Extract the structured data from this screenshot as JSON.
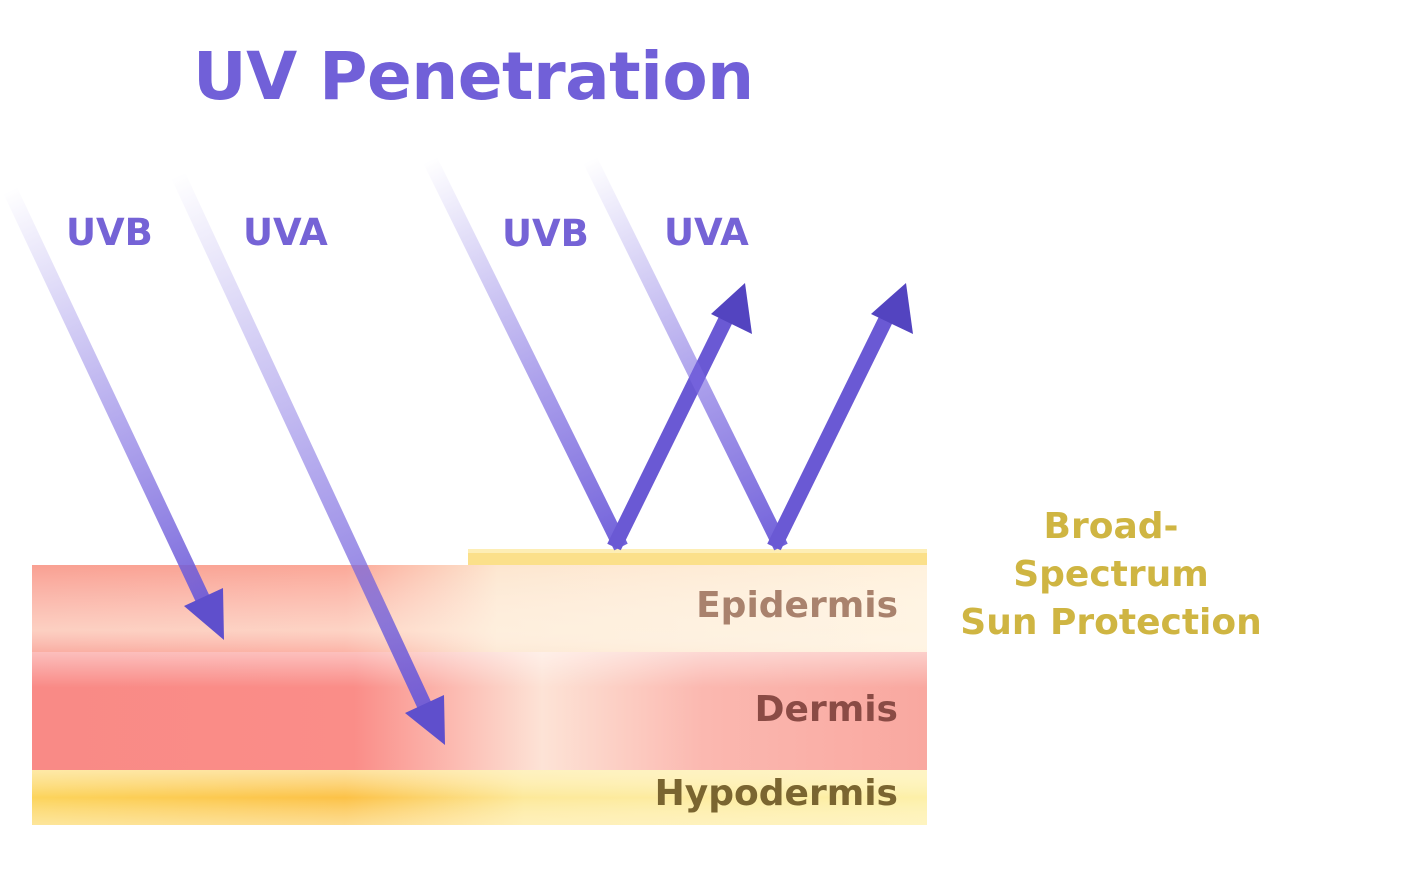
{
  "title": "UV Penetration",
  "rays": {
    "unprotected": {
      "uvb": "UVB",
      "uva": "UVA"
    },
    "protected": {
      "uvb": "UVB",
      "uva": "UVA"
    }
  },
  "layers": {
    "epidermis": "Epidermis",
    "dermis": "Dermis",
    "hypodermis": "Hypodermis"
  },
  "protection": {
    "line1": "Broad-Spectrum",
    "line2": "Sun Protection"
  },
  "colors": {
    "title": "#7160d8",
    "ray": "#7160d8",
    "epidermis_text": "#a9826d",
    "dermis_text": "#8a4b45",
    "hypodermis_text": "#7a6530",
    "protection": "#cfb542",
    "sunscreen_bar": "#fbe08a"
  }
}
